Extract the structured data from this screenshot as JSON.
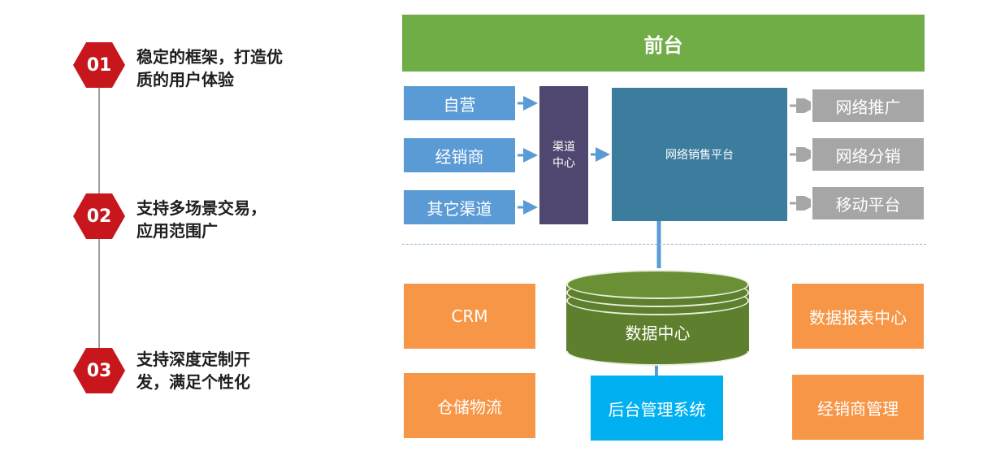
{
  "features": [
    {
      "num": "01",
      "line1": "稳定的框架，打造优",
      "line2": "质的用户体验"
    },
    {
      "num": "02",
      "line1": "支持多场景交易，",
      "line2": "应用范围广"
    },
    {
      "num": "03",
      "line1": "支持深度定制开",
      "line2": "发，满足个性化"
    }
  ],
  "diagram": {
    "front": "前台",
    "left_channels": [
      "自营",
      "经销商",
      "其它渠道"
    ],
    "channel_center": {
      "line1": "渠道",
      "line2": "中心"
    },
    "platform": "网络销售平台",
    "right_outputs": [
      "网络推广",
      "网络分销",
      "移动平台"
    ],
    "data_center": "数据中心",
    "crm": "CRM",
    "warehouse": "仓储物流",
    "backend": "后台管理系统",
    "report_center": "数据报表中心",
    "dealer_mgmt": "经销商管理"
  },
  "colors": {
    "hex_red": "#c8161d",
    "front_green": "#70ad47",
    "channel_blue": "#5b9bd5",
    "channel_center_purple": "#4f4770",
    "platform_teal": "#3c7d9e",
    "output_gray": "#a6a6a6",
    "module_orange": "#f79646",
    "backend_cyan": "#00b0f0",
    "datacenter_olive": "#5e7f2e"
  }
}
